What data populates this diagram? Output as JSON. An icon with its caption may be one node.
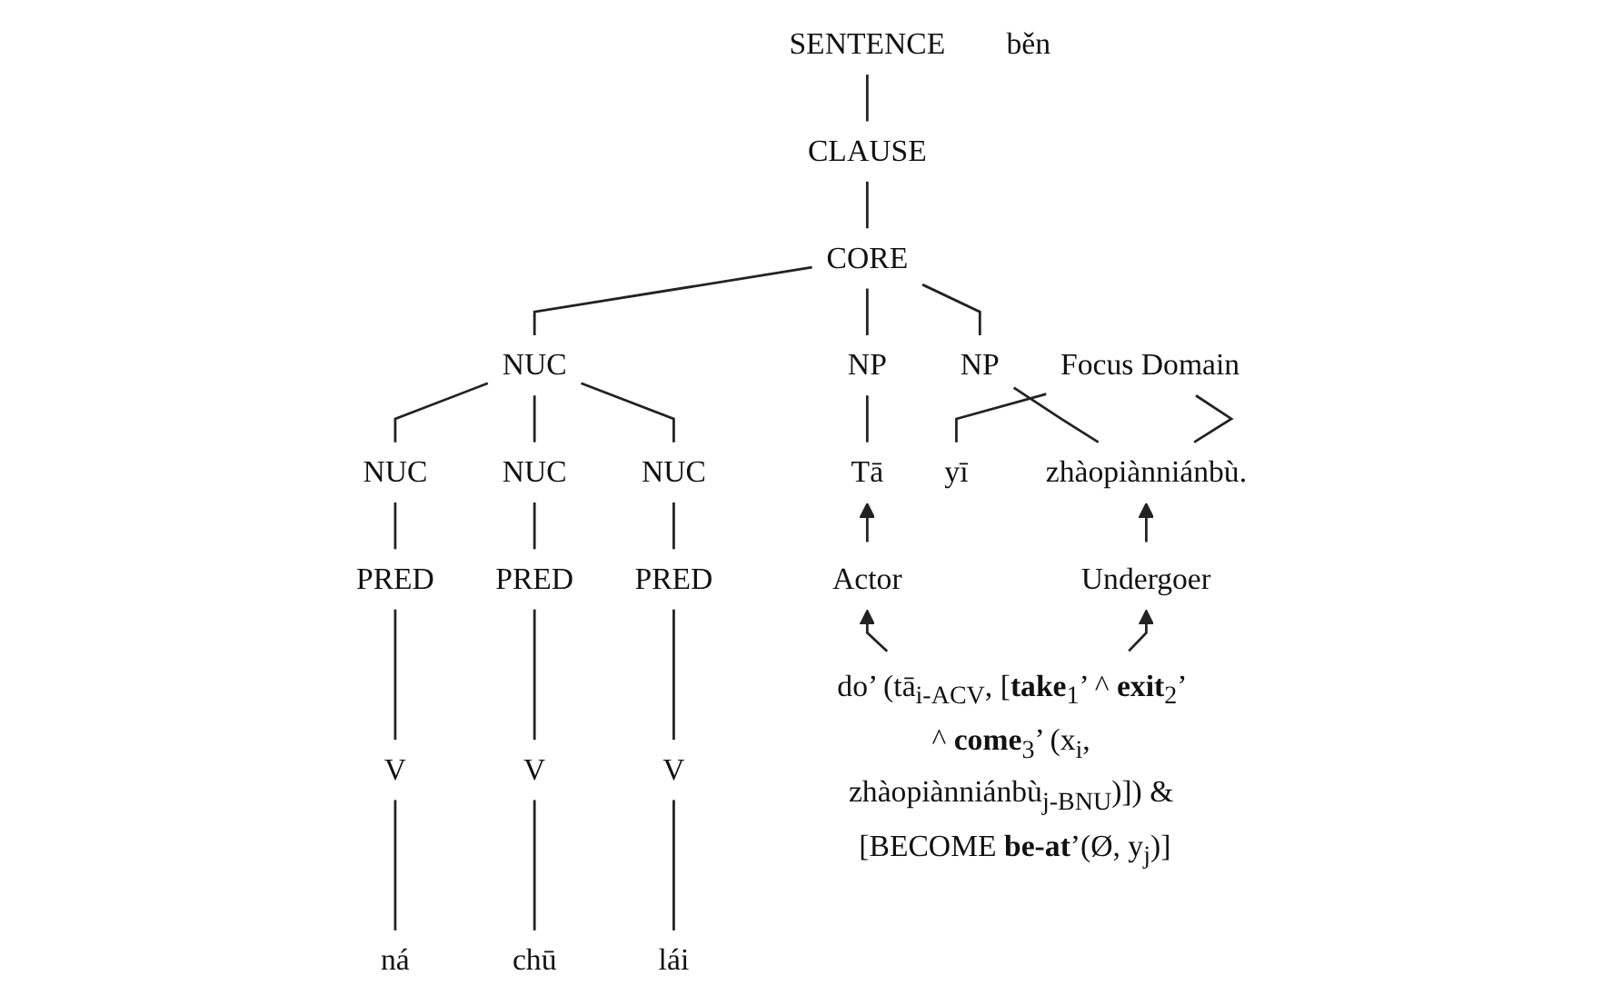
{
  "diagram": {
    "nodes": [
      {
        "text": [
          "SENTENCE"
        ]
      },
      {
        "text": [
          "CLAUSE"
        ]
      },
      {
        "text": [
          "CORE"
        ]
      },
      {
        "text": [
          "NUC"
        ]
      },
      {
        "text": [
          "NP"
        ]
      },
      {
        "text": [
          "NUC"
        ]
      },
      {
        "text": [
          "NUC"
        ]
      },
      {
        "text": [
          "NUC"
        ]
      },
      {
        "text": [
          "NP"
        ]
      },
      {
        "text": [
          "PRED"
        ]
      },
      {
        "text": [
          "PRED"
        ]
      },
      {
        "text": [
          "PRED"
        ]
      },
      {
        "text": [
          "V"
        ]
      },
      {
        "text": [
          "V"
        ]
      },
      {
        "text": [
          "V"
        ]
      },
      {
        "text": [
          "Tā"
        ]
      },
      {
        "text": [
          "ná"
        ]
      },
      {
        "text": [
          "chū"
        ]
      },
      {
        "text": [
          "lái"
        ]
      },
      {
        "text": [
          "yī"
        ]
      },
      {
        "text": [
          "běn"
        ]
      },
      {
        "text": [
          "zhàopiànniánbù."
        ]
      },
      {
        "text": [
          "Focus Domain"
        ]
      },
      {
        "text": [
          "Actor"
        ]
      },
      {
        "text": [
          "Undergoer"
        ]
      },
      {
        "text": [
          "do’ (tā$_{i-ACV}$, [**take**$_{1}$’ ^ **exit**$_{2}$’ ^ **come**$_{3}$’ (x$_{i}$, zhàopiànniánbù$_{j-BNU}$)]) & [BECOME **be-at**’(Ø, y$_{j}$)]"
        ]
      }
    ],
    "edges": [
      {
        "from": 0,
        "to": 1,
        "arrow": "none"
      },
      {
        "from": 1,
        "to": 2,
        "arrow": "none"
      },
      {
        "from": 2,
        "to": 3,
        "arrow": "none"
      },
      {
        "from": 2,
        "to": 4,
        "arrow": "none"
      },
      {
        "from": 2,
        "to": 8,
        "arrow": "none"
      },
      {
        "from": 3,
        "to": 5,
        "arrow": "none"
      },
      {
        "from": 3,
        "to": 6,
        "arrow": "none"
      },
      {
        "from": 3,
        "to": 7,
        "arrow": "none"
      },
      {
        "from": 5,
        "to": 9,
        "arrow": "none"
      },
      {
        "from": 6,
        "to": 10,
        "arrow": "none"
      },
      {
        "from": 7,
        "to": 11,
        "arrow": "none"
      },
      {
        "from": 9,
        "to": 12,
        "arrow": "none"
      },
      {
        "from": 10,
        "to": 13,
        "arrow": "none"
      },
      {
        "from": 11,
        "to": 14,
        "arrow": "none"
      },
      {
        "from": 4,
        "to": 15,
        "arrow": "none"
      },
      {
        "from": 12,
        "to": 16,
        "arrow": "none"
      },
      {
        "from": 13,
        "to": 17,
        "arrow": "none"
      },
      {
        "from": 14,
        "to": 18,
        "arrow": "none"
      },
      {
        "from": 8,
        "to": 21,
        "arrow": "none"
      },
      {
        "from": 22,
        "to": 19,
        "arrow": "none"
      },
      {
        "from": 22,
        "to": 21,
        "arrow": "none"
      },
      {
        "from": 23,
        "to": 15,
        "arrow": "to"
      },
      {
        "from": 25,
        "to": 23,
        "arrow": "to"
      },
      {
        "from": 24,
        "to": 21,
        "arrow": "to"
      },
      {
        "from": 25,
        "to": 24,
        "arrow": "to"
      }
    ]
  }
}
